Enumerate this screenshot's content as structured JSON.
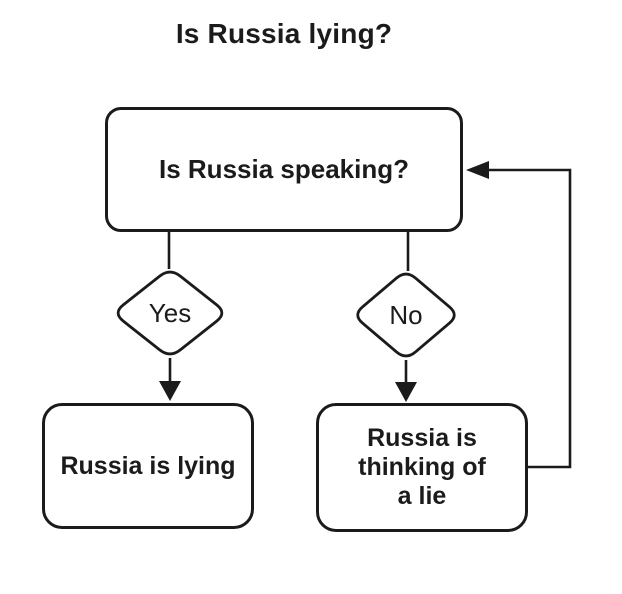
{
  "title": "Is Russia lying?",
  "flowchart": {
    "root_label": "Is Russia speaking?",
    "yes_label": "Yes",
    "no_label": "No",
    "yes_result": "Russia is lying",
    "no_result_full": "Russia is thinking of a lie",
    "no_result_lines": [
      "Russia is",
      "thinking of",
      "a lie"
    ]
  },
  "colors": {
    "ink": "#1b1b1b",
    "background": "#ffffff"
  }
}
